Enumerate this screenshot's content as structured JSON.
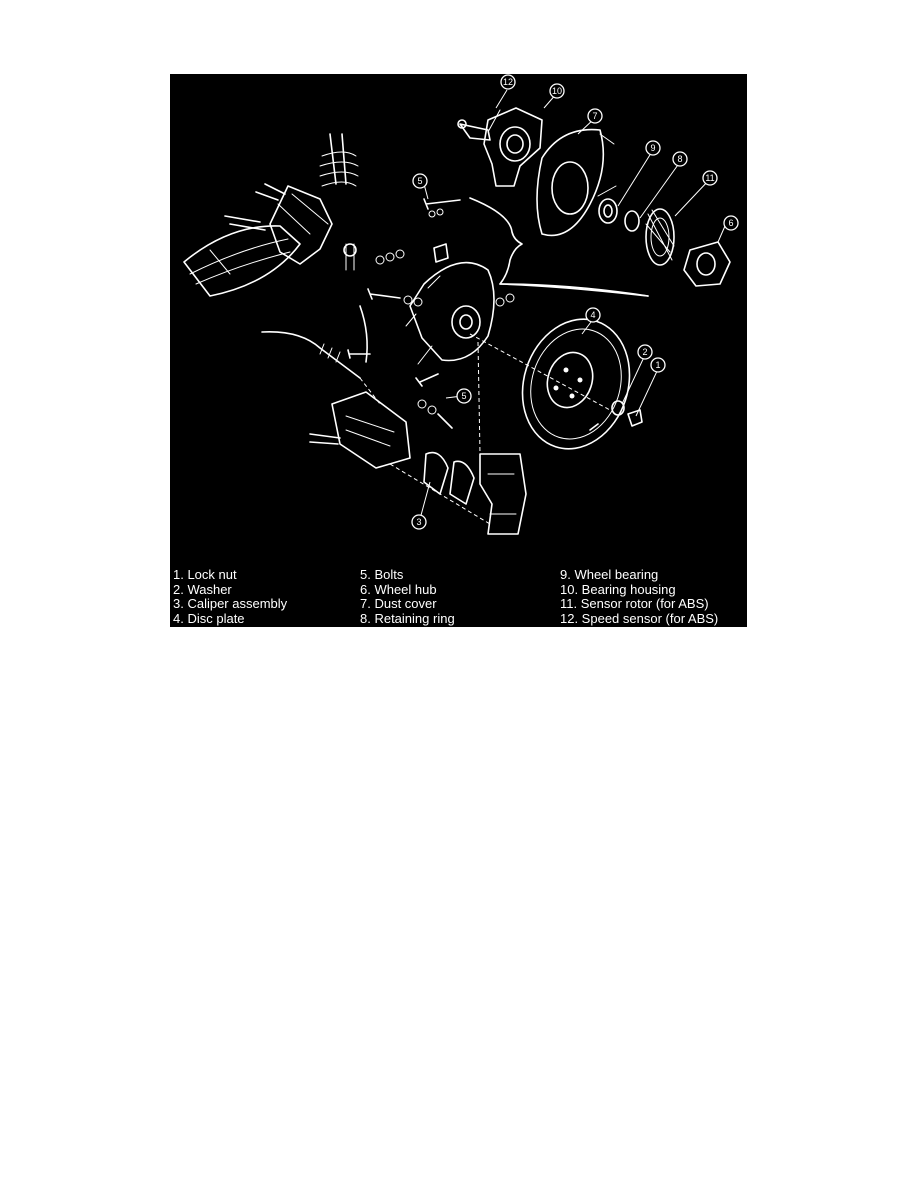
{
  "figure": {
    "callouts": [
      {
        "num": "1"
      },
      {
        "num": "2"
      },
      {
        "num": "3"
      },
      {
        "num": "4"
      },
      {
        "num": "5"
      },
      {
        "num": "5"
      },
      {
        "num": "6"
      },
      {
        "num": "7"
      },
      {
        "num": "8"
      },
      {
        "num": "9"
      },
      {
        "num": "10"
      },
      {
        "num": "11"
      },
      {
        "num": "12"
      }
    ],
    "legend": {
      "col1": [
        "1. Lock nut",
        "2. Washer",
        "3. Caliper assembly",
        "4. Disc plate"
      ],
      "col2": [
        "5. Bolts",
        "6. Wheel hub",
        "7. Dust cover",
        "8. Retaining ring"
      ],
      "col3": [
        "9. Wheel bearing",
        "10. Bearing housing",
        "11. Sensor rotor (for ABS)",
        "12. Speed sensor (for ABS)"
      ]
    },
    "colors": {
      "background": "#000000",
      "line_art": "#ffffff",
      "page": "#ffffff"
    }
  }
}
